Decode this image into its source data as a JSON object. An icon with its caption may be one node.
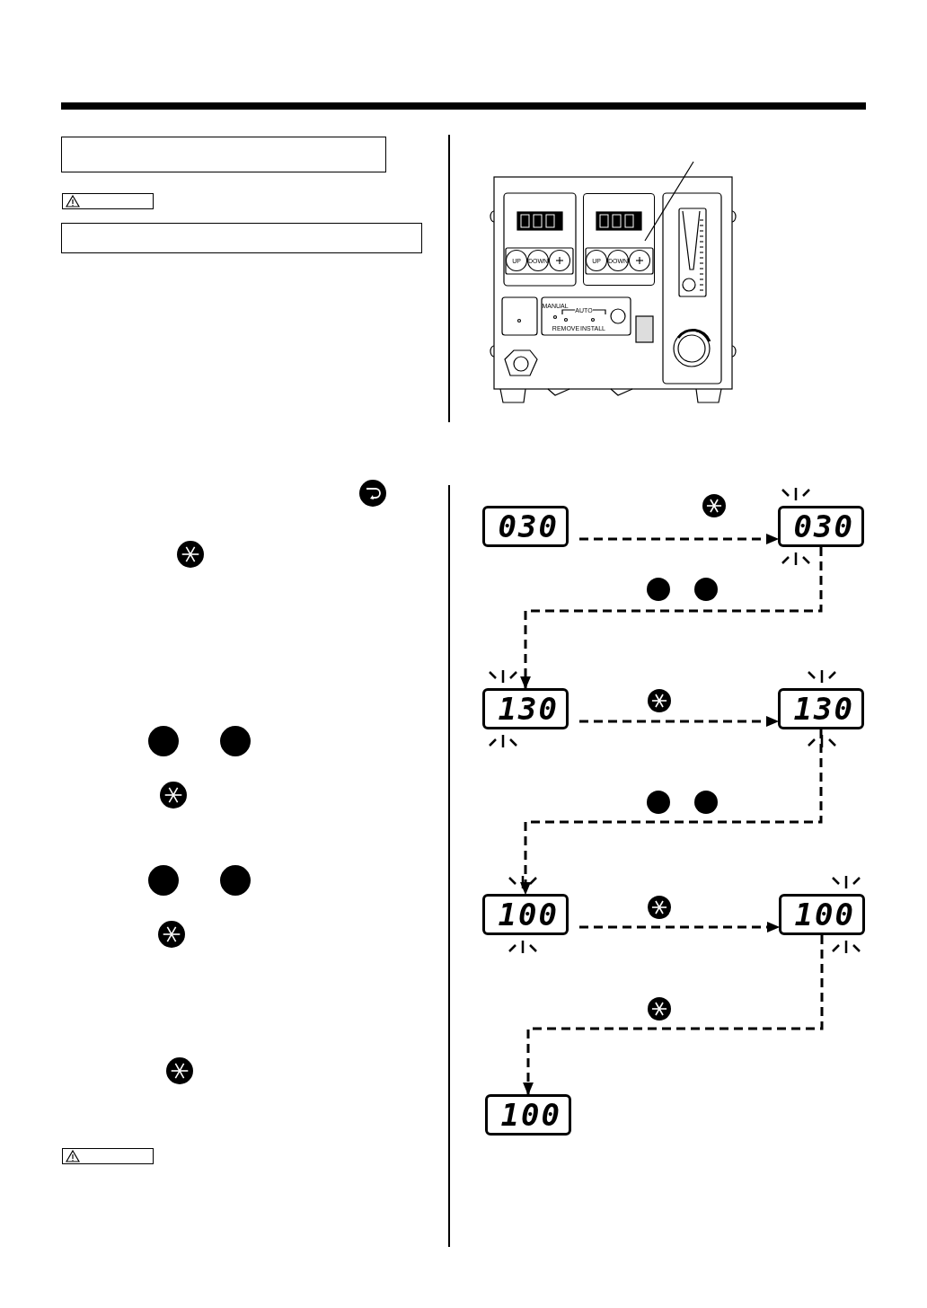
{
  "diagram": {
    "nodes": [
      {
        "text": [
          "030"
        ]
      },
      {
        "text": [
          "030"
        ]
      },
      {
        "text": [
          "130"
        ]
      },
      {
        "text": [
          "130"
        ]
      },
      {
        "text": [
          "100"
        ]
      },
      {
        "text": [
          "100"
        ]
      },
      {
        "text": [
          "100"
        ]
      },
      {
        "text": [],
        "shape": "box"
      }
    ],
    "edges": [
      {
        "from": 0,
        "to": 1,
        "arrow": "to",
        "style": "dashed"
      },
      {
        "from": 1,
        "to": 2,
        "arrow": "to",
        "style": "dashed"
      },
      {
        "from": 2,
        "to": 3,
        "arrow": "to",
        "style": "dashed"
      },
      {
        "from": 3,
        "to": 4,
        "arrow": "to",
        "style": "dashed"
      },
      {
        "from": 4,
        "to": 5,
        "arrow": "to",
        "style": "dashed"
      },
      {
        "from": 5,
        "to": 6,
        "arrow": "to",
        "style": "dashed"
      },
      {
        "from": null,
        "to": 7,
        "arrow": "none"
      }
    ],
    "labels": [
      "UP",
      "DOWN",
      "UP",
      "DOWN",
      "MANUAL",
      "AUTO",
      "REMOVE",
      "INSTALL"
    ]
  }
}
